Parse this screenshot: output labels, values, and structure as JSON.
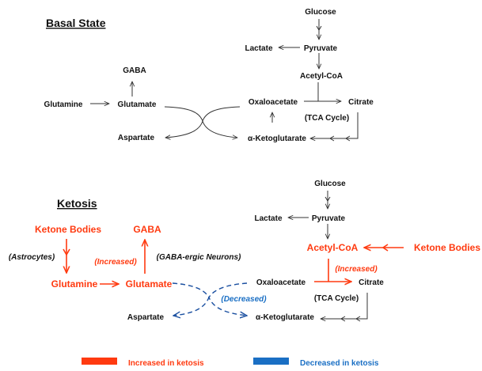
{
  "colors": {
    "increased": "#ff3a10",
    "decreased": "#1a6fc4",
    "neutral": "#333333"
  },
  "basal": {
    "title": "Basal State",
    "glucose": "Glucose",
    "pyruvate": "Pyruvate",
    "lactate": "Lactate",
    "acetyl_coa": "Acetyl-CoA",
    "oxaloacetate": "Oxaloacetate",
    "citrate": "Citrate",
    "tca": "(TCA Cycle)",
    "akg": "α-Ketoglutarate",
    "gaba": "GABA",
    "glutamine": "Glutamine",
    "glutamate": "Glutamate",
    "aspartate": "Aspartate"
  },
  "ketosis": {
    "title": "Ketosis",
    "glucose": "Glucose",
    "pyruvate": "Pyruvate",
    "lactate": "Lactate",
    "acetyl_coa": "Acetyl-CoA",
    "ketone_bodies_right": "Ketone Bodies",
    "increased_tca": "(Increased)",
    "oxaloacetate": "Oxaloacetate",
    "citrate": "Citrate",
    "tca": "(TCA Cycle)",
    "akg": "α-Ketoglutarate",
    "ketone_bodies_left": "Ketone Bodies",
    "astrocytes": "(Astrocytes)",
    "gaba": "GABA",
    "increased_gaba": "(Increased)",
    "gaba_neurons": "(GABA-ergic Neurons)",
    "glutamine": "Glutamine",
    "glutamate": "Glutamate",
    "decreased": "(Decreased)",
    "aspartate": "Aspartate"
  },
  "legend": {
    "increased": "Increased in ketosis",
    "decreased": "Decreased in ketosis"
  }
}
